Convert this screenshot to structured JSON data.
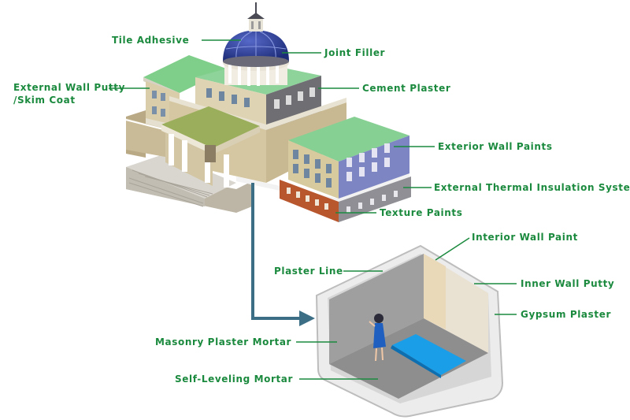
{
  "labels": {
    "tile_adhesive": "Tile Adhesive",
    "joint_filler": "Joint Filler",
    "external_wall_putty": "External Wall Putty",
    "skim_coat": "/Skim Coat",
    "cement_plaster": "Cement Plaster",
    "exterior_wall_paints": "Exterior Wall Paints",
    "external_thermal_insulation": "External Thermal Insulation System",
    "texture_paints": "Texture Paints",
    "interior_wall_paint": "Interior Wall Paint",
    "plaster_line": "Plaster Line",
    "inner_wall_putty": "Inner Wall Putty",
    "gypsum_plaster": "Gypsum Plaster",
    "masonry_plaster_mortar": "Masonry Plaster Mortar",
    "self_leveling_mortar": "Self-Leveling Mortar"
  },
  "colors": {
    "label_green": "#1b8a3e",
    "arrow_teal": "#3c6f86",
    "roof_green": "#7ccc8a",
    "dome_blue": "#2a3f8f",
    "wall_beige": "#d8c9a3",
    "blue_wall": "#7d86c2",
    "brick": "#b8562e",
    "room_floor": "#8e8e8e",
    "mat_blue": "#1a9ee8"
  }
}
